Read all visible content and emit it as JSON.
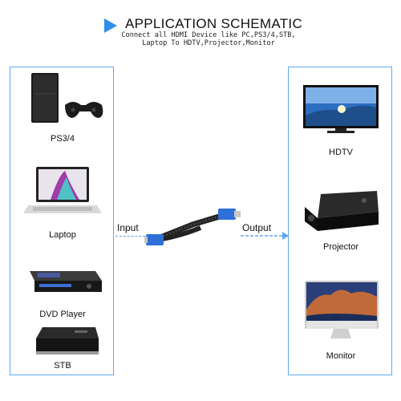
{
  "header": {
    "title": "APPLICATION SCHEMATIC",
    "subtitle_line1": "Connect all HDMI Device like PC,PS3/4,STB,",
    "subtitle_line2": "Laptop To HDTV,Projector,Monitor"
  },
  "sources": [
    {
      "label": "PS3/4",
      "icon": "game-console-icon"
    },
    {
      "label": "Laptop",
      "icon": "laptop-icon"
    },
    {
      "label": "DVD Player",
      "icon": "dvd-player-icon"
    },
    {
      "label": "STB",
      "icon": "set-top-box-icon"
    }
  ],
  "displays": [
    {
      "label": "HDTV",
      "icon": "hdtv-icon"
    },
    {
      "label": "Projector",
      "icon": "projector-icon"
    },
    {
      "label": "Monitor",
      "icon": "monitor-icon"
    }
  ],
  "connection": {
    "input_label": "Input",
    "output_label": "Output",
    "cable_icon": "hdmi-cable-icon"
  },
  "colors": {
    "accent": "#5fa8f0",
    "cable_blue": "#2f6fd8"
  }
}
